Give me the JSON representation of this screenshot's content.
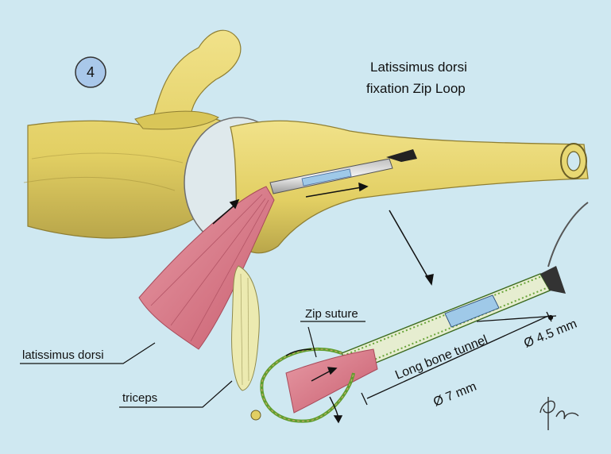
{
  "figure": {
    "badge": "4",
    "title_line1": "Latissimus dorsi",
    "title_line2": "fixation Zip Loop",
    "labels": {
      "zip_suture": "Zip suture",
      "latissimus": "latissimus dorsi",
      "triceps": "triceps",
      "long_bone_tunnel": "Long bone tunnel",
      "diameter_small": "Ø 4.5 mm",
      "diameter_large": "Ø 7 mm"
    },
    "signature": "Ph",
    "colors": {
      "background": "#cfe8f1",
      "bone": "#e8d873",
      "bone_shadow": "#b9a64a",
      "muscle": "#d9808e",
      "suture": "#7fbf3f",
      "badge": "#a9c8ea"
    }
  }
}
